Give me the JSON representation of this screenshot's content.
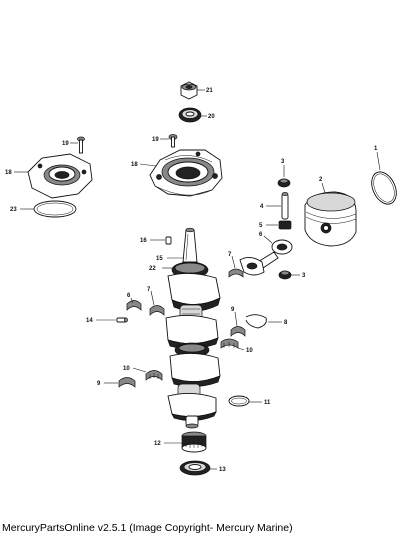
{
  "diagram": {
    "callouts": {
      "c1": "1",
      "c2": "2",
      "c3a": "3",
      "c3b": "3",
      "c4": "4",
      "c5": "5",
      "c6a": "6",
      "c6b": "6",
      "c7a": "7",
      "c7b": "7",
      "c8": "8",
      "c9a": "9",
      "c9b": "9",
      "c10a": "10",
      "c10b": "10",
      "c11": "11",
      "c12": "12",
      "c13": "13",
      "c14": "14",
      "c15": "15",
      "c16": "16",
      "c18a": "18",
      "c18b": "18",
      "c19a": "19",
      "c19b": "19",
      "c20": "20",
      "c21": "21",
      "c22": "22",
      "c23": "23"
    }
  },
  "footer": {
    "caption": "MercuryPartsOnline v2.5.1 (Image Copyright- Mercury Marine)"
  }
}
